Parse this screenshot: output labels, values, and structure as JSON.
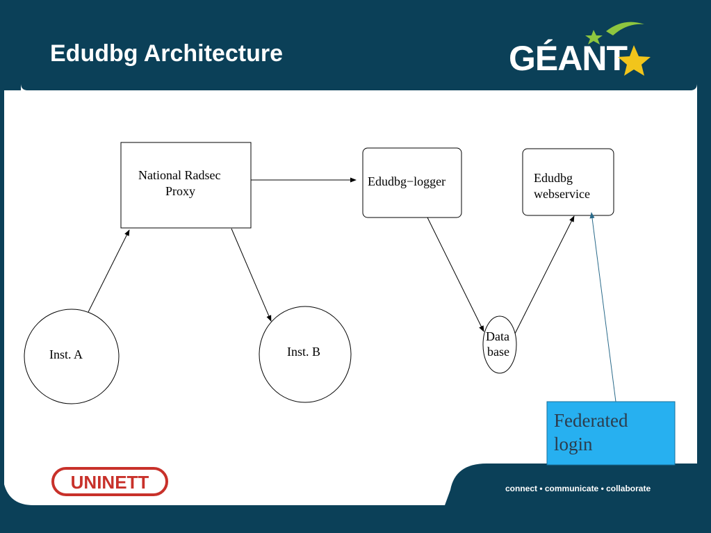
{
  "slide": {
    "title": "Edudbg Architecture",
    "geant_logo_text": "GÉANT",
    "uninett_logo_text": "UNINETT",
    "tagline": "connect • communicate • collaborate"
  },
  "diagram": {
    "nodes": {
      "proxy_line1": "National Radsec",
      "proxy_line2": "Proxy",
      "logger": "Edudbg−logger",
      "webservice_line1": "Edudbg",
      "webservice_line2": "webservice",
      "inst_a": "Inst. A",
      "inst_b": "Inst. B",
      "database_line1": "Data",
      "database_line2": "base"
    },
    "note": {
      "line1": "Federated",
      "line2": "login"
    }
  },
  "colors": {
    "background": "#0b4058",
    "panel": "#ffffff",
    "note_fill": "#27b0f0",
    "note_connector": "#2a6a8a",
    "uninett_red": "#c8312a",
    "star_green": "#8ec63f"
  }
}
